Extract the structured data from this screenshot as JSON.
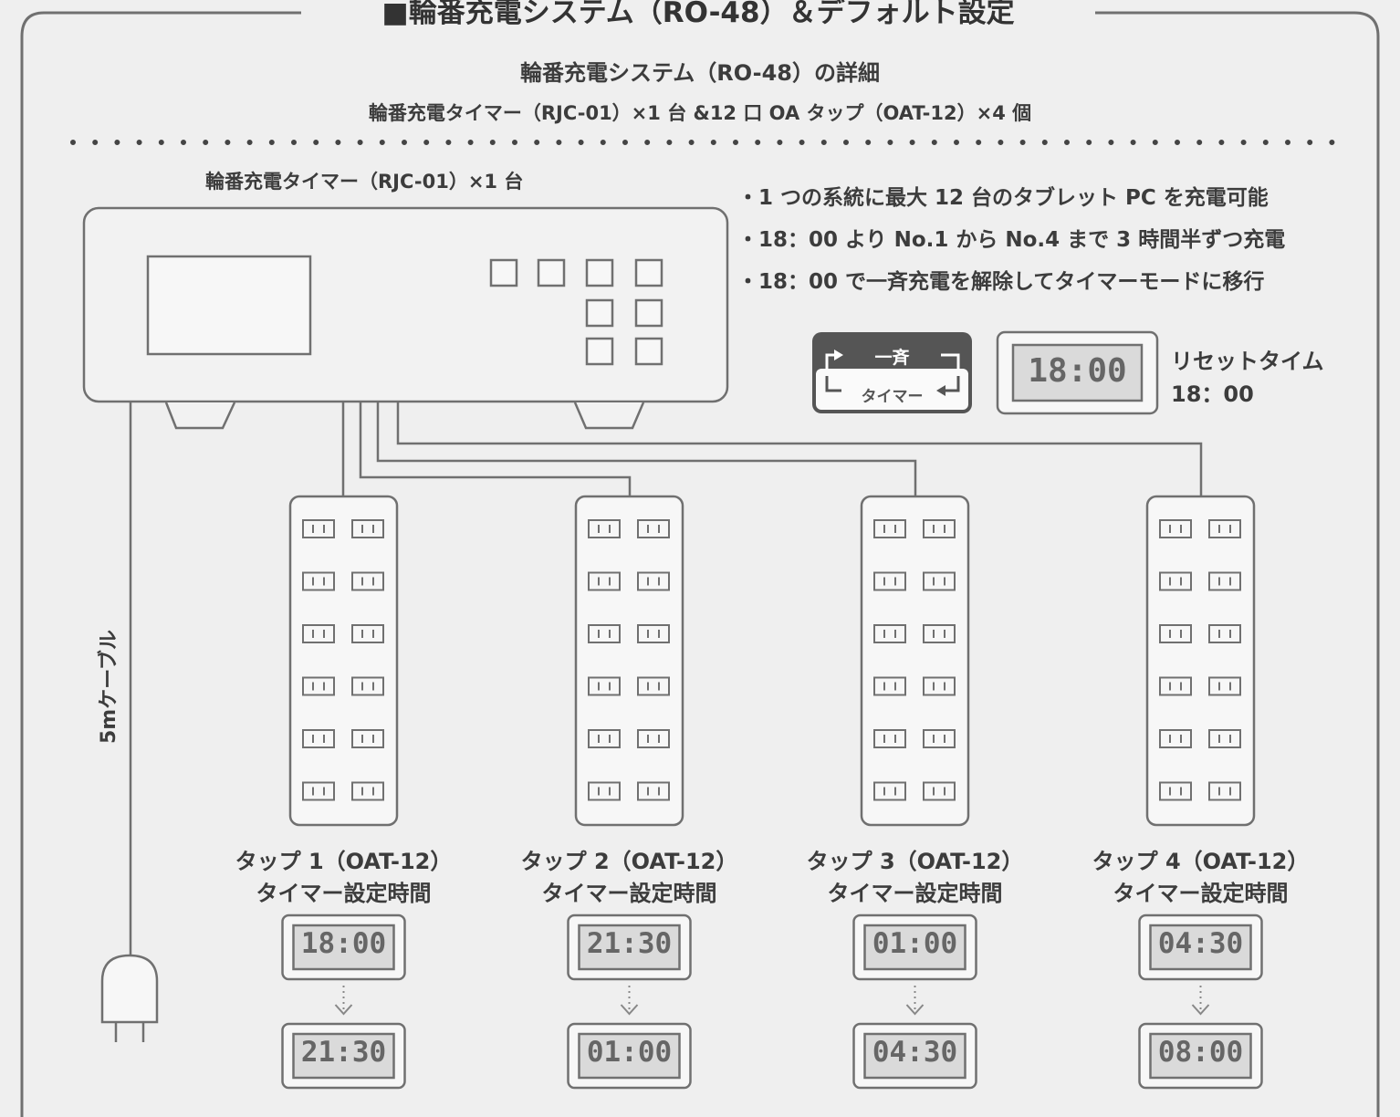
{
  "title": "■輪番充電システム（RO-48）＆デフォルト設定",
  "subtitle": "輪番充電システム（RO-48）の詳細",
  "components": "輪番充電タイマー（RJC-01）×1 台 &12 口 OA タップ（OAT-12）×4 個",
  "timer_label": "輪番充電タイマー（RJC-01）×1 台",
  "notes": [
    "・1 つの系統に最大 12 台のタブレット PC を充電可能",
    "・18：00 より No.1 から No.4 まで 3 時間半ずつ充電",
    "・18：00 で一斉充電を解除してタイマーモードに移行"
  ],
  "mode_switch": {
    "top": "一斉",
    "bottom": "タイマー"
  },
  "reset": {
    "display": "18:00",
    "label": "リセットタイム",
    "time": "18：00"
  },
  "cable_label": "5mケーブル",
  "taps": [
    {
      "name": "タップ 1（OAT-12）",
      "caption": "タイマー設定時間",
      "start": "18:00",
      "end": "21:30"
    },
    {
      "name": "タップ 2（OAT-12）",
      "caption": "タイマー設定時間",
      "start": "21:30",
      "end": "01:00"
    },
    {
      "name": "タップ 3（OAT-12）",
      "caption": "タイマー設定時間",
      "start": "01:00",
      "end": "04:30"
    },
    {
      "name": "タップ 4（OAT-12）",
      "caption": "タイマー設定時間",
      "start": "04:30",
      "end": "08:00"
    }
  ],
  "colors": {
    "background": "#efefef",
    "line": "#707070",
    "text": "#3c3c3c",
    "lcd": "#dadada",
    "switch": "#555555"
  }
}
